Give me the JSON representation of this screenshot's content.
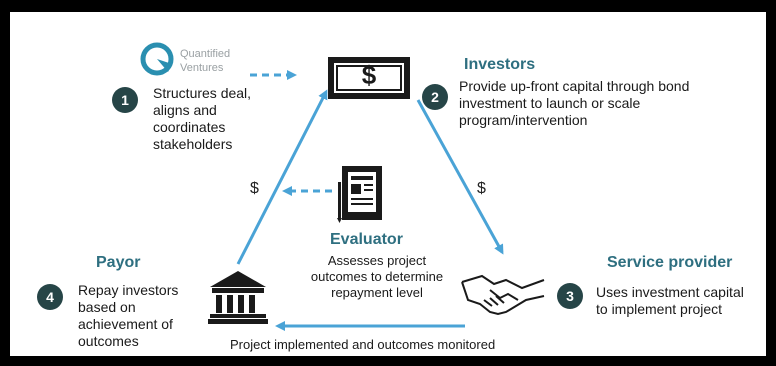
{
  "logo": {
    "line1": "Quantified",
    "line2": "Ventures"
  },
  "steps": [
    {
      "number": "1",
      "lines": [
        "Structures deal,",
        "aligns and",
        "coordinates",
        "stakeholders"
      ]
    },
    {
      "number": "2",
      "title": "Investors",
      "lines": [
        "Provide up-front capital through bond",
        "investment to launch or scale",
        "program/intervention"
      ]
    },
    {
      "number": "3",
      "title": "Service provider",
      "lines": [
        "Uses investment capital",
        "to implement project"
      ]
    },
    {
      "number": "4",
      "title": "Payor",
      "lines": [
        "Repay investors",
        "based on",
        "achievement of",
        "outcomes"
      ]
    }
  ],
  "evaluator": {
    "title": "Evaluator",
    "lines": [
      "Assesses project",
      "outcomes to determine",
      "repayment level"
    ]
  },
  "flow_labels": {
    "left_dollar": "$",
    "right_dollar": "$",
    "bill_dollar": "$",
    "bottom": "Project implemented and outcomes monitored"
  },
  "colors": {
    "arrow": "#4aa3d6",
    "circle": "#264547",
    "title": "#2e6f80",
    "logo": "#2a8fb0"
  },
  "icons": [
    "quantified-ventures-logo-icon",
    "dollar-bill-icon",
    "evaluator-report-icon",
    "bank-icon",
    "handshake-icon"
  ]
}
